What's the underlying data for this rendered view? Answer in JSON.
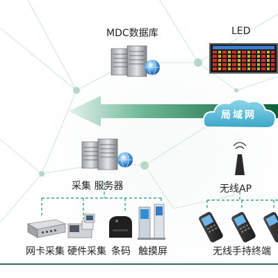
{
  "labels": {
    "mdc_db": "MDC数据库",
    "led": "LED",
    "lan": "局域网",
    "collect_server": "采集 服务器",
    "wireless_ap": "无线AP",
    "nic_collect": "网卡采集",
    "hw_collect": "硬件采集",
    "barcode": "条码",
    "touchscreen": "触摸屏",
    "handheld": "无线手持终端"
  },
  "icons": [
    "server-icon",
    "globe-icon",
    "led-display-icon",
    "cloud-icon",
    "antenna-icon",
    "nic-box-icon",
    "hardware-box-icon",
    "barcode-printer-icon",
    "touch-kiosk-icon",
    "handheld-terminal-icon"
  ],
  "colors": {
    "arrow_dark": "#0f6b43",
    "arrow_light": "#b9e0cf",
    "cloud": "#5bc0d8",
    "dashed_line": "#3fa37a",
    "network_node": "#b6d8c6"
  }
}
